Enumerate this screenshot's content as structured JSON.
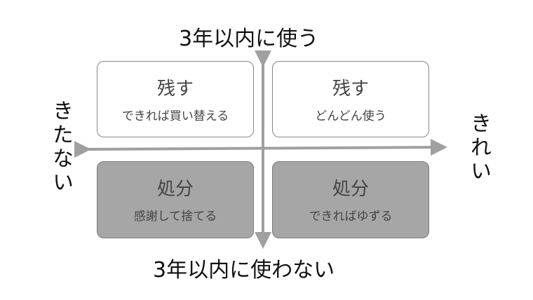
{
  "axes": {
    "top": "3年以内に使う",
    "bottom": "3年以内に使わない",
    "left": "きたない",
    "right": "きれい"
  },
  "quadrants": [
    {
      "title": "残す",
      "subtitle": "できれば買い替える"
    },
    {
      "title": "残す",
      "subtitle": "どんどん使う"
    },
    {
      "title": "処分",
      "subtitle": "感謝して捨てる"
    },
    {
      "title": "処分",
      "subtitle": "できればゆずる"
    }
  ],
  "colors": {
    "axis": "#a0a0a0",
    "dark_box": "#a6a6a6"
  }
}
